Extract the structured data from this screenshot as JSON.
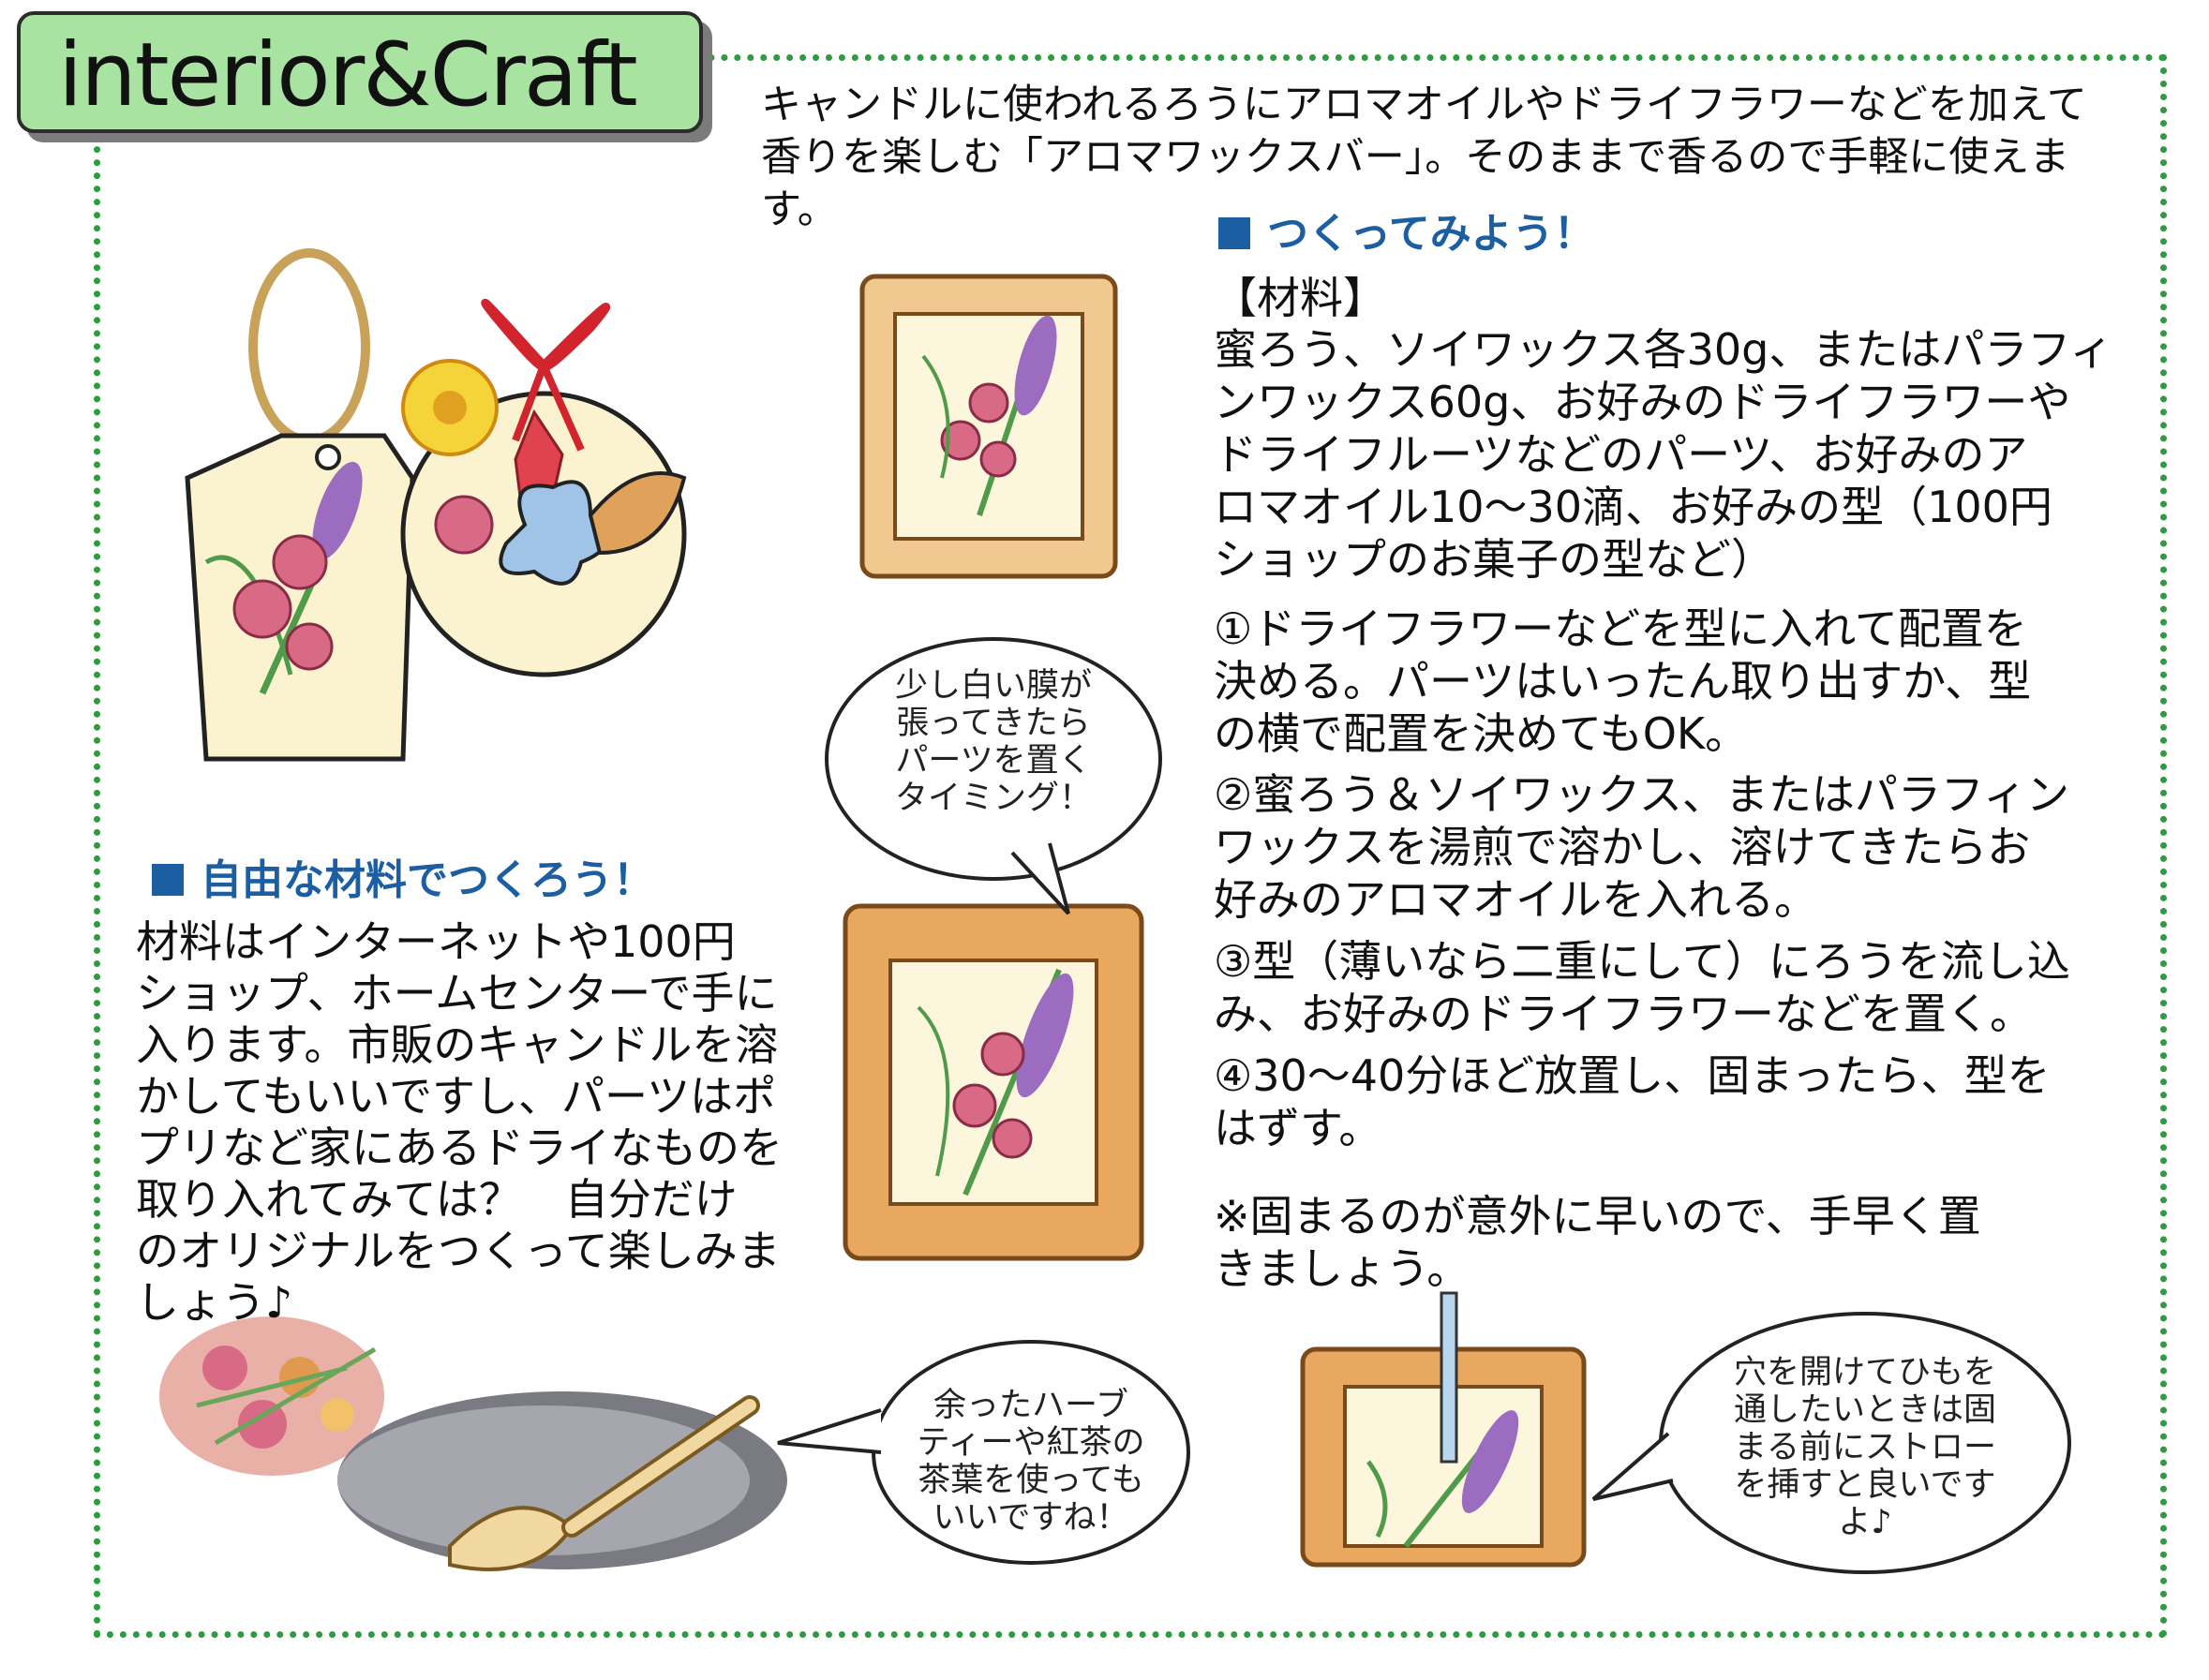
{
  "header": {
    "title": "interior&Craft"
  },
  "intro": "キャンドルに使われるろうにアロマオイルやドライフラワーなどを加えて\n香りを楽しむ「アロマワックスバー」。そのままで香るので手軽に使えます。",
  "free_section": {
    "heading": "自由な材料でつくろう！",
    "body": "材料はインターネットや100円\nショップ、ホームセンターで手に\n入ります。市販のキャンドルを溶\nかしてもいいですし、パーツはポ\nプリなど家にあるドライなものを\n取り入れてみては？　自分だけ\nのオリジナルをつくって楽しみま\nしょう♪"
  },
  "make_section": {
    "heading": "つくってみよう！",
    "materials_label": "【材料】",
    "materials": "蜜ろう、ソイワックス各30g、またはパラフィ\nンワックス60g、お好みのドライフラワーや\nドライフルーツなどのパーツ、お好みのア\nロマオイル10～30滴、お好みの型（100円\nショップのお菓子の型など）",
    "steps": [
      "①ドライフラワーなどを型に入れて配置を\n決める。パーツはいったん取り出すか、型\nの横で配置を決めてもOK。",
      "②蜜ろう＆ソイワックス、またはパラフィン\nワックスを湯煎で溶かし、溶けてきたらお\n好みのアロマオイルを入れる。",
      "③型（薄いなら二重にして）にろうを流し込\nみ、お好みのドライフラワーなどを置く。",
      "④30～40分ほど放置し、固まったら、型を\nはずす。"
    ],
    "note": "※固まるのが意外に早いので、手早く置\nきましょう。"
  },
  "bubbles": {
    "timing": "少し白い膜が\n張ってきたら\nパーツを置く\nタイミング！",
    "tea": "余ったハーブ\nティーや紅茶の\n茶葉を使っても\nいいですね！",
    "straw": "穴を開けてひもを\n通したいときは固\nまる前にストロー\nを挿すと良いです\nよ♪"
  },
  "colors": {
    "frame_green": "#2e9b3e",
    "tab_green": "#a9e3a2",
    "heading_blue": "#1c5ea2",
    "frame_orange": "#e0a25a",
    "lavender": "#9b6cc0",
    "rose": "#d86a86",
    "leaf": "#4f9b4a"
  }
}
